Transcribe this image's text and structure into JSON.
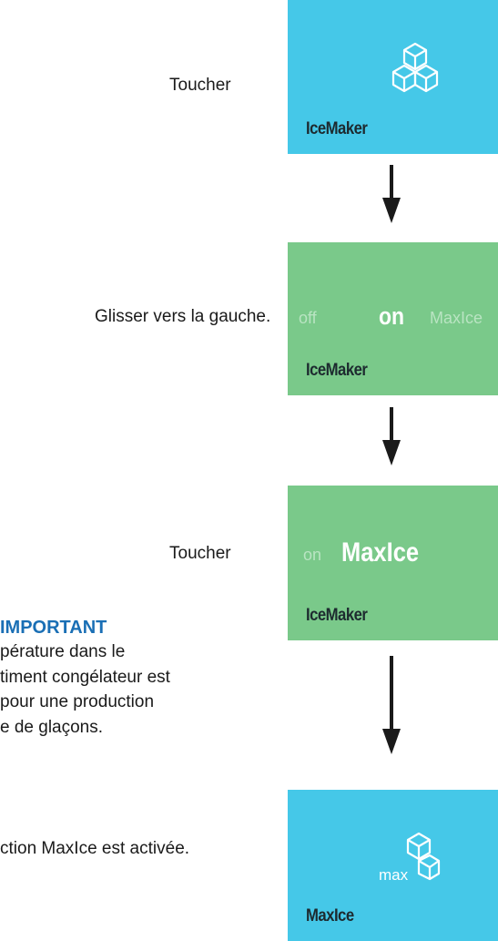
{
  "steps": {
    "step1": "Toucher",
    "step2": "Glisser vers la gauche.",
    "step3": "Toucher",
    "result": "ction MaxIce est activée."
  },
  "important": {
    "title": "IMPORTANT",
    "lines": [
      "pérature dans le",
      "timent congélateur est",
      "pour une production",
      "e de glaçons."
    ]
  },
  "panels": {
    "panel1": {
      "label": "IceMaker",
      "color": "#45c8e8",
      "icon": "ice-cubes-icon"
    },
    "panel2": {
      "label": "IceMaker",
      "color": "#7ac98a",
      "options": {
        "off": "off",
        "on": "on",
        "maxice": "MaxIce"
      }
    },
    "panel3": {
      "label": "IceMaker",
      "color": "#7ac98a",
      "options": {
        "on": "on",
        "maxice": "MaxIce"
      }
    },
    "panel4": {
      "label": "MaxIce",
      "color": "#45c8e8",
      "icon": "max-ice-cubes-icon",
      "icon_text": "max"
    }
  },
  "colors": {
    "blue_panel": "#45c8e8",
    "green_panel": "#7ac98a",
    "important": "#1a6fb5",
    "arrow": "#1a1a1a"
  }
}
